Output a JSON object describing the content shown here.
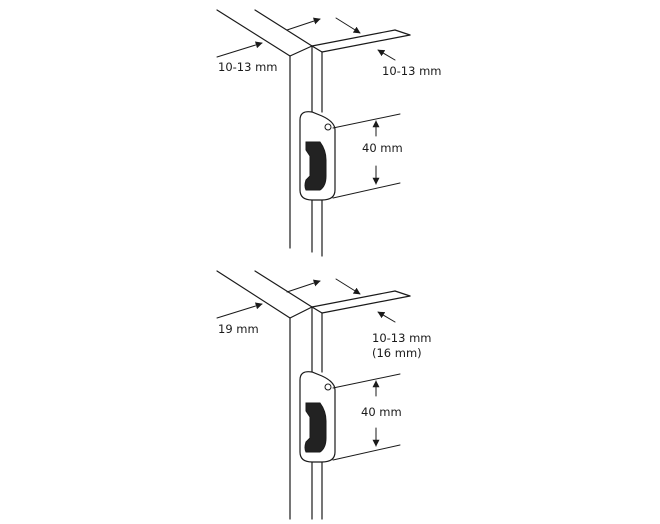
{
  "diagrams": [
    {
      "name": "top",
      "labels": {
        "door_thickness": "10-13 mm",
        "frame_thickness": "10-13 mm",
        "hinge_height": "40 mm"
      }
    },
    {
      "name": "bottom",
      "labels": {
        "door_thickness": "19 mm",
        "frame_thickness_line1": "10-13 mm",
        "frame_thickness_line2": "(16 mm)",
        "hinge_height": "40 mm"
      }
    }
  ]
}
